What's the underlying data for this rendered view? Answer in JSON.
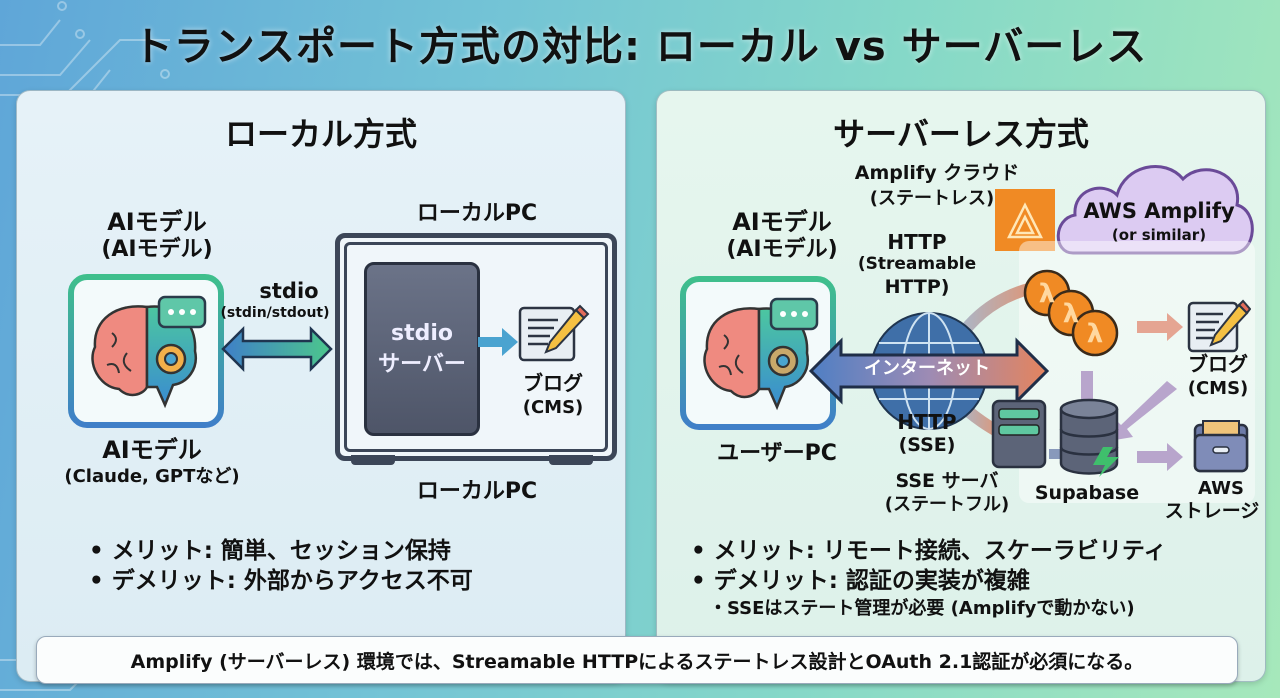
{
  "title": "トランスポート方式の対比: ローカル vs サーバーレス",
  "colors": {
    "accent_green": "#3fbf8c",
    "accent_blue": "#3f7fc8",
    "aws_orange": "#f08a24",
    "cloud_purple": "#d9c7f0",
    "server_gray": "#5c6478"
  },
  "local": {
    "heading": "ローカル方式",
    "ai_model_label": "AIモデル",
    "ai_model_sub": "(AIモデル)",
    "ai_model_caption": "AIモデル",
    "ai_model_caption_sub": "(Claude, GPTなど)",
    "link_label": "stdio",
    "link_sub": "(stdin/stdout)",
    "pc_label_top": "ローカルPC",
    "pc_label_bottom": "ローカルPC",
    "server_line1": "stdio",
    "server_line2": "サーバー",
    "blog_label": "ブログ",
    "blog_sub": "(CMS)",
    "bullets": [
      "• メリット: 簡単、セッション保持",
      "• デメリット: 外部からアクセス不可"
    ]
  },
  "serverless": {
    "heading": "サーバーレス方式",
    "ai_model_label": "AIモデル",
    "ai_model_sub": "(AIモデル)",
    "user_pc_label": "ユーザーPC",
    "amplify_cloud_label": "Amplify クラウド",
    "amplify_cloud_sub": "(ステートレス)",
    "aws_amplify_label": "AWS Amplify",
    "aws_amplify_sub": "(or similar)",
    "http_streamable_1": "HTTP",
    "http_streamable_2": "(Streamable",
    "http_streamable_3": "HTTP)",
    "internet_label": "インターネット",
    "http_sse_1": "HTTP",
    "http_sse_2": "(SSE)",
    "sse_server_label": "SSE サーバ",
    "sse_server_sub": "(ステートフル)",
    "blog_label": "ブログ",
    "blog_sub": "(CMS)",
    "supabase_label": "Supabase",
    "storage_label_1": "AWS",
    "storage_label_2": "ストレージ",
    "lambda_symbol": "λ",
    "bullets": [
      "• メリット: リモート接続、スケーラビリティ",
      "• デメリット: 認証の実装が複雑"
    ],
    "sub_bullet": "・SSEはステート管理が必要 (Amplifyで動かない)"
  },
  "footer": "Amplify (サーバーレス) 環境では、Streamable HTTPによるステートレス設計とOAuth 2.1認証が必須になる。"
}
